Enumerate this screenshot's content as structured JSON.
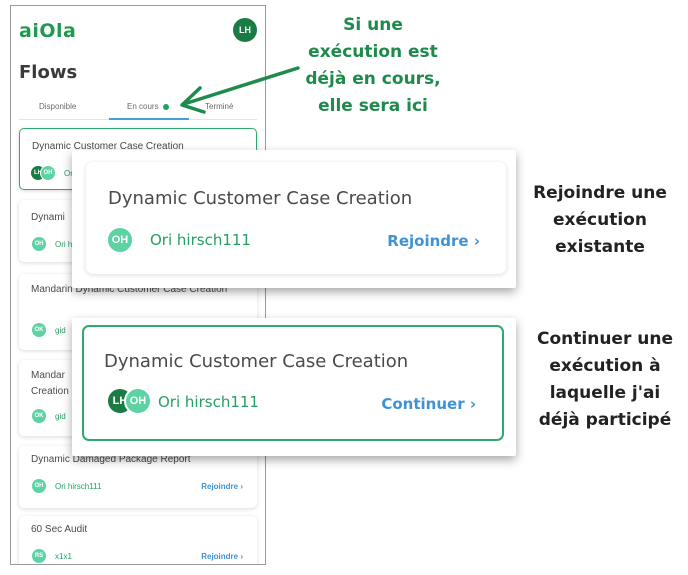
{
  "app": {
    "brand": "aiOla",
    "user_initials": "LH",
    "page_title": "Flows"
  },
  "tabs": [
    {
      "label": "Disponible"
    },
    {
      "label": "En cours"
    },
    {
      "label": "Terminé"
    }
  ],
  "cards": [
    {
      "title": "Dynamic Customer Case Creation",
      "avatars": [
        "LH",
        "OH"
      ],
      "name": "Ori h",
      "action": ""
    },
    {
      "title": "Dynami",
      "avatars": [
        "OH"
      ],
      "name": "Ori h",
      "action": ""
    },
    {
      "title": "Mandarin Dynamic Customer Case Creation",
      "avatars": [
        "OK"
      ],
      "name": "gid",
      "action": ""
    },
    {
      "title": "Mandar Creation",
      "avatars": [
        "OK"
      ],
      "name": "gid",
      "action": ""
    },
    {
      "title": "Dynamic Damaged Package Report",
      "avatars": [
        "OH"
      ],
      "name": "Ori hirsch111",
      "action": "Rejoindre ›"
    },
    {
      "title": "60 Sec Audit",
      "avatars": [
        "RS"
      ],
      "name": "x1x1",
      "action": "Rejoindre ›"
    }
  ],
  "zoom_join": {
    "title": "Dynamic Customer Case Creation",
    "avatar": "OH",
    "name": "Ori hirsch111",
    "action": "Rejoindre ›"
  },
  "zoom_continue": {
    "title": "Dynamic Customer Case Creation",
    "avatars": [
      "LH",
      "OH"
    ],
    "name": "Ori hirsch111",
    "action": "Continuer ›"
  },
  "captions": {
    "running": "Si une exécution est déjà en cours, elle sera ici",
    "join": "Rejoindre une exécution existante",
    "continue": "Continuer une exécution à laquelle j'ai déjà participé"
  },
  "colors": {
    "brand_green": "#1e9a52",
    "accent_blue": "#3f93d4",
    "selected_border": "#2eaa6d",
    "avatar_light": "#5dd3a4",
    "avatar_dark": "#1b7b45"
  }
}
